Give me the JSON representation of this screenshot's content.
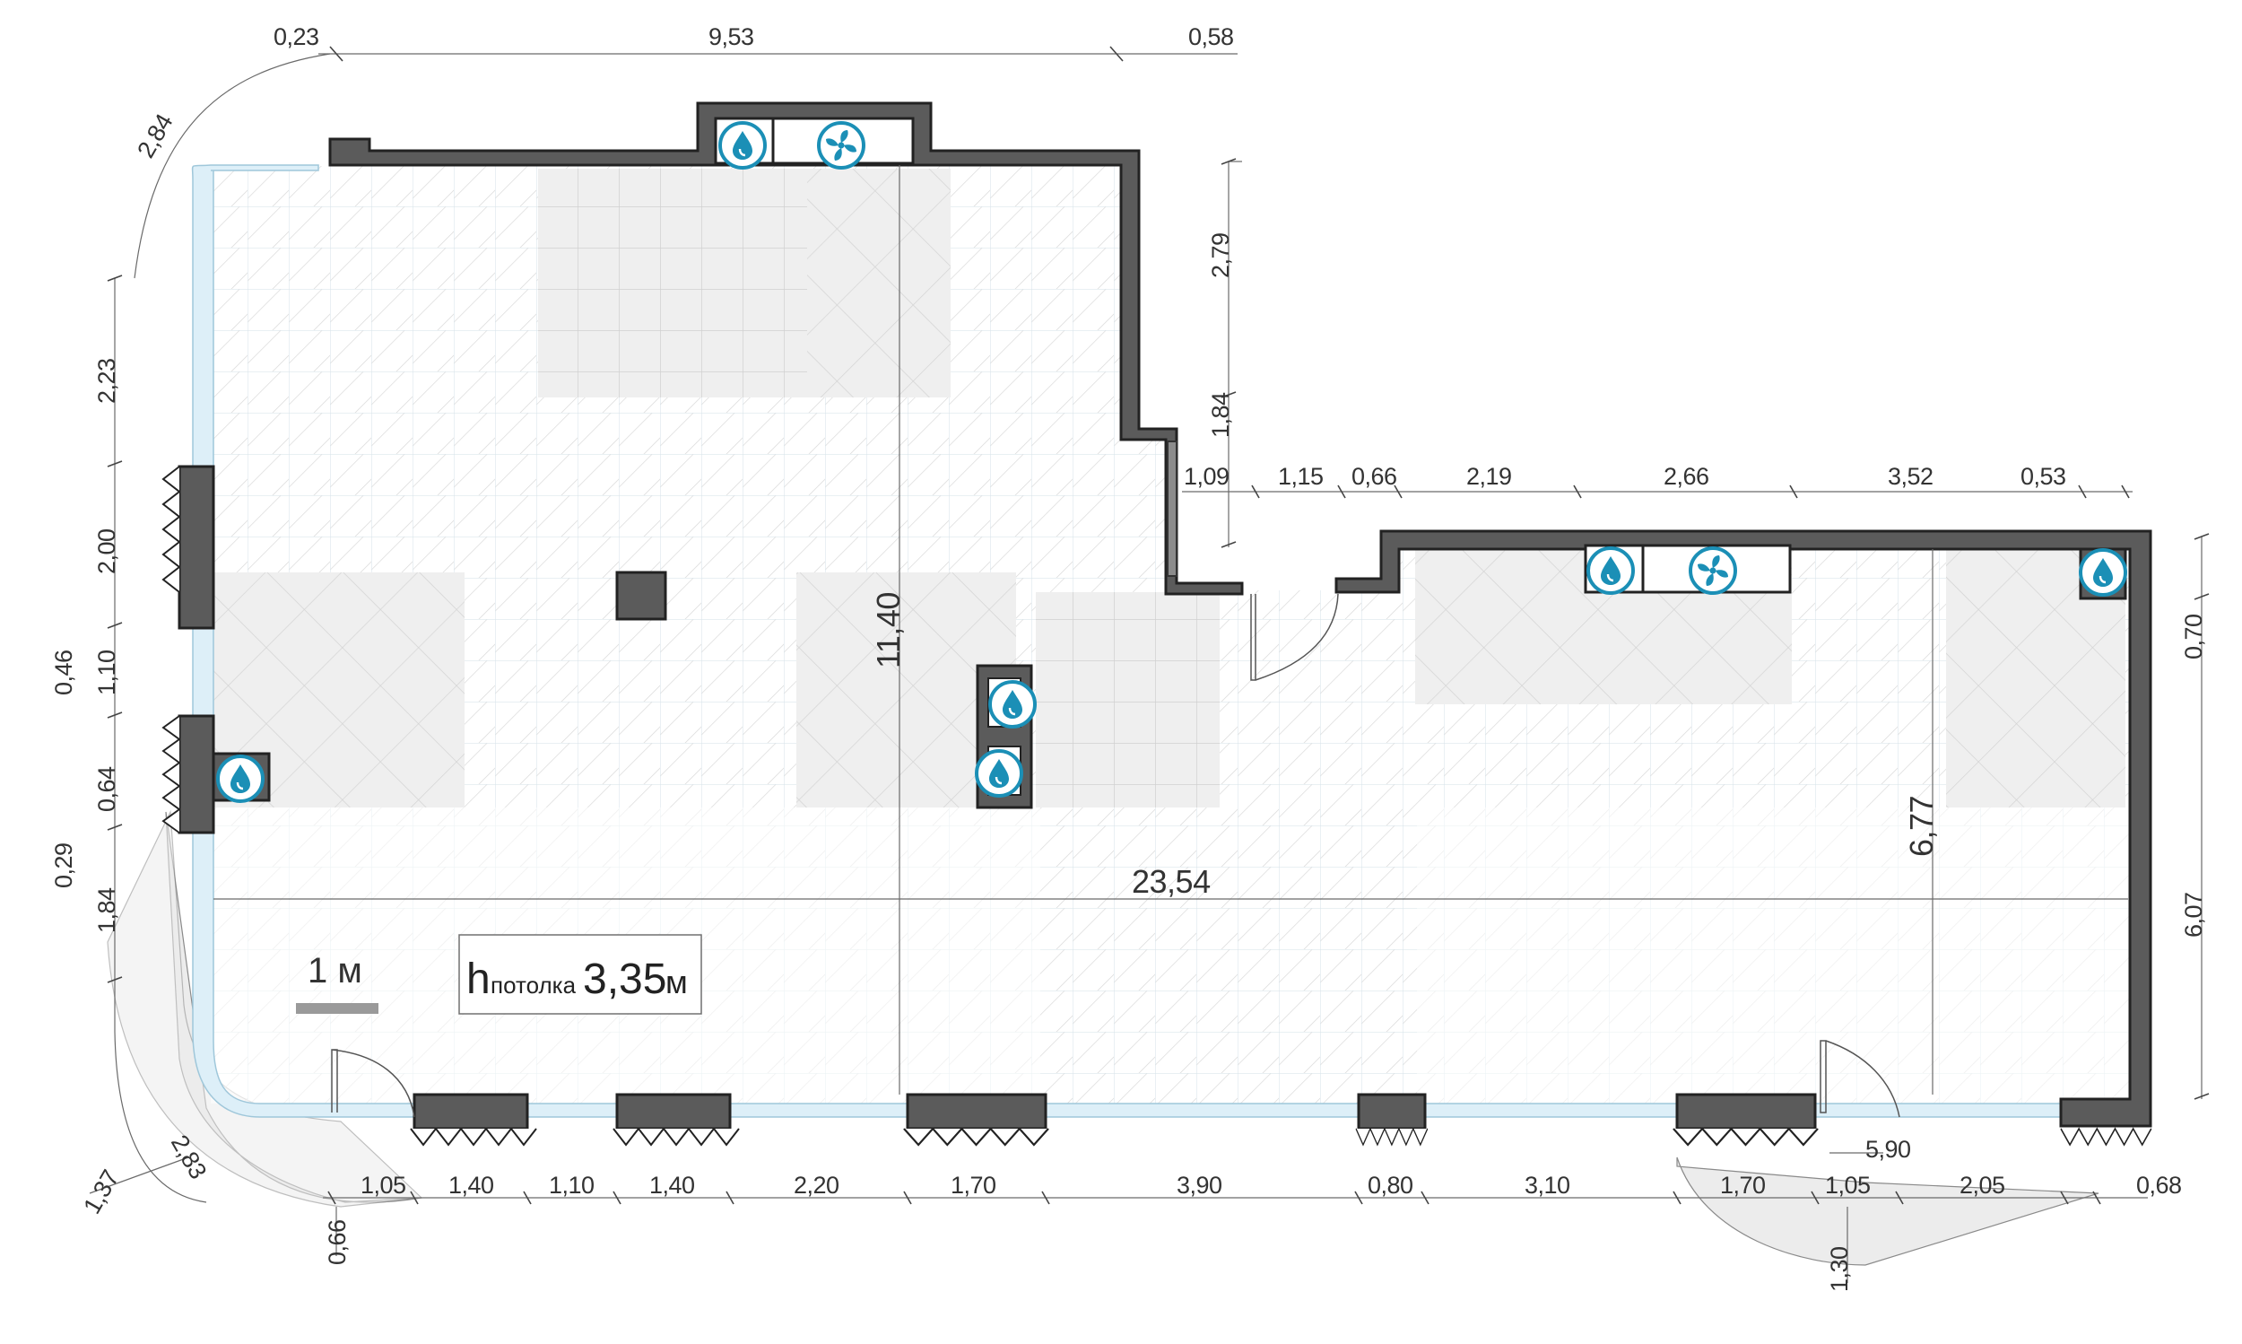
{
  "plan": {
    "ceiling_label": {
      "h": "h",
      "sub": "потолка",
      "value": "3,35",
      "unit": "м"
    },
    "scale_label": "1 м",
    "colors": {
      "wall": "#5b5b5b",
      "glass": "#ddeff8",
      "icon": "#1b8fb6",
      "zone": "#efefef"
    },
    "icons": {
      "water": "water-drop-icon",
      "fan": "fan-icon"
    }
  },
  "dims": {
    "top_0_23": "0,23",
    "top_9_53": "9,53",
    "top_0_58": "0,58",
    "arc_2_84": "2,84",
    "right_2_79": "2,79",
    "right_1_84": "1,84",
    "mid_1_09": "1,09",
    "mid_1_15": "1,15",
    "mid_0_66": "0,66",
    "mid_2_19": "2,19",
    "mid_2_66": "2,66",
    "mid_3_52": "3,52",
    "mid_0_53": "0,53",
    "left_2_23": "2,23",
    "left_2_00": "2,00",
    "left_0_46": "0,46",
    "left_1_10": "1,10",
    "left_0_64": "0,64",
    "left_0_29": "0,29",
    "left_1_84": "1,84",
    "left_2_83": "2,83",
    "left_1_37": "1,37",
    "inner_11_40": "11,40",
    "inner_23_54": "23,54",
    "inner_6_77": "6,77",
    "far_0_70": "0,70",
    "far_6_07": "6,07",
    "bot_5_90": "5,90",
    "bot_1_05a": "1,05",
    "bot_1_40a": "1,40",
    "bot_1_10": "1,10",
    "bot_1_40b": "1,40",
    "bot_2_20": "2,20",
    "bot_1_70a": "1,70",
    "bot_3_90": "3,90",
    "bot_0_80": "0,80",
    "bot_3_10": "3,10",
    "bot_1_70b": "1,70",
    "bot_1_05b": "1,05",
    "bot_2_05": "2,05",
    "bot_0_68": "0,68",
    "bot_0_66": "0,66",
    "bot_1_30": "1,30"
  }
}
